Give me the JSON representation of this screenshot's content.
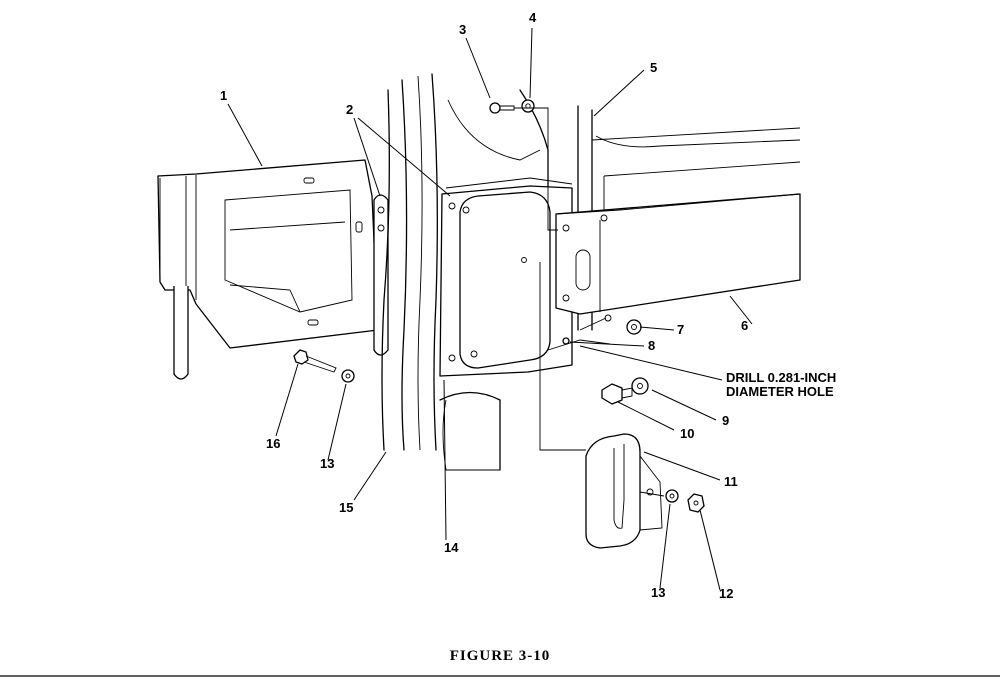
{
  "callouts": {
    "c1": "1",
    "c2": "2",
    "c3": "3",
    "c4": "4",
    "c5": "5",
    "c6": "6",
    "c7": "7",
    "c8": "8",
    "c9": "9",
    "c10": "10",
    "c11": "11",
    "c12": "12",
    "c13a": "13",
    "c13b": "13",
    "c14": "14",
    "c15": "15",
    "c16": "16"
  },
  "note": {
    "line1": "DRILL 0.281-INCH",
    "line2": "DIAMETER HOLE"
  },
  "caption": "FIGURE  3-10"
}
